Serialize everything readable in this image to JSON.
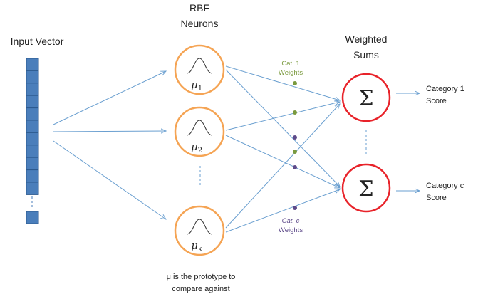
{
  "labels": {
    "input_vector": "Input Vector",
    "rbf_line1": "RBF",
    "rbf_line2": "Neurons",
    "weighted_line1": "Weighted",
    "weighted_line2": "Sums",
    "cat1_weights_line1": "Cat. 1",
    "cat1_weights_line2": "Weights",
    "catc_weights_line1": "Cat. c",
    "catc_weights_line2": "Weights",
    "category1_line1": "Category 1",
    "category1_line2": "Score",
    "categoryc_line1": "Category c",
    "categoryc_line2": "Score",
    "prototype_line1": "μ is the prototype to",
    "prototype_line2": "compare against",
    "mu1_base": "μ",
    "mu1_sub": "1",
    "mu2_base": "μ",
    "mu2_sub": "2",
    "muk_base": "μ",
    "muk_sub": "k",
    "sigma1": "Σ",
    "sigmac": "Σ"
  },
  "colors": {
    "input_cell": "#4a7ebb",
    "input_cell_border": "#2c5a8f",
    "rbf_neuron": "#f5a454",
    "sum_node": "#e8232a",
    "connection": "#6a9fd0",
    "cat1_weights": "#7a9a3e",
    "catc_weights": "#5e4a8a"
  }
}
